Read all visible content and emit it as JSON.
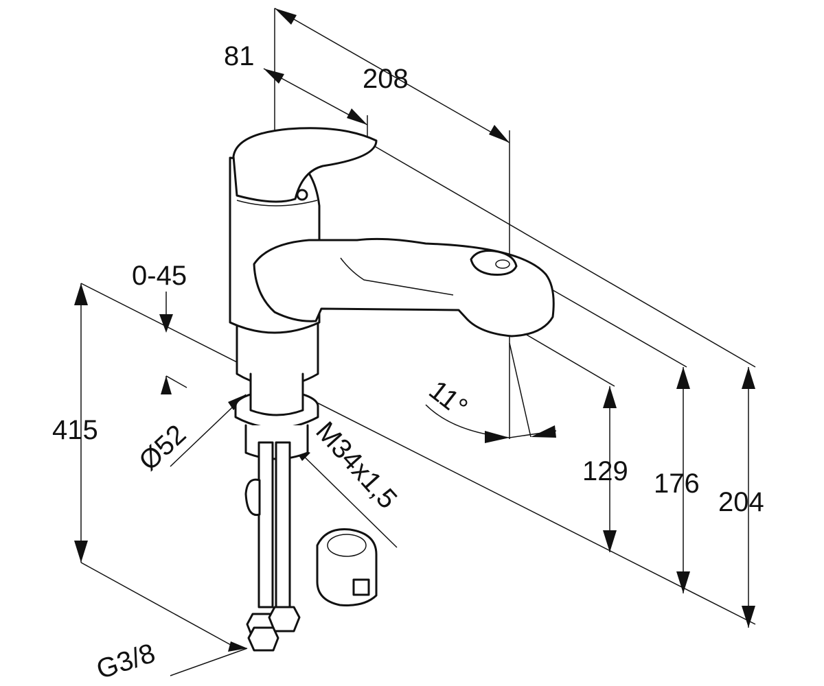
{
  "drawing": {
    "dimensions": {
      "spout_reach": "208",
      "lever_offset": "81",
      "swivel_range": "0-45",
      "total_height": "415",
      "base_diameter": "Ø52",
      "thread": "M34x1,5",
      "outlet_height": "129",
      "spout_height": "176",
      "overall_height": "204",
      "spray_angle": "11°",
      "connection": "G3/8"
    }
  }
}
